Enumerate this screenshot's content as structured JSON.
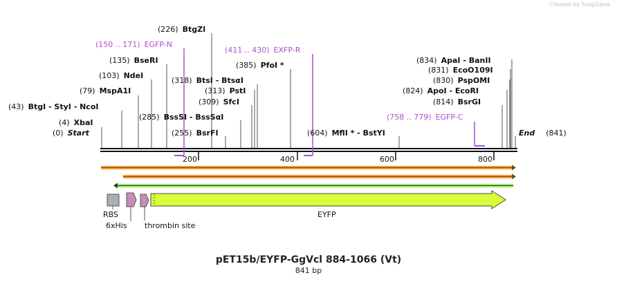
{
  "watermark": "Created by SnapGene",
  "title": "pET15b/EYFP-GgVcl 884-1066 (Vt)",
  "subtitle": "841 bp",
  "sequence_length": 841,
  "ticks": [
    200,
    400,
    600,
    800
  ],
  "colors": {
    "primer": "#a84fd2",
    "backbone": "#111111",
    "orf_fill": "#ff9a2e",
    "orf_line": "#6b4a1a",
    "rev_orf": "#9ee86a",
    "eyfp": "#d7ff3a",
    "rbs": "#a9aeb7",
    "his_tag": "#c98cb5"
  },
  "sites": [
    {
      "pos": "(0)",
      "name": "Start",
      "style": "italic"
    },
    {
      "pos": "(4)",
      "name": "XbaI"
    },
    {
      "pos": "(43)",
      "name": "BtgI  -  StyI  -  NcoI"
    },
    {
      "pos": "(79)",
      "name": "MspA1I"
    },
    {
      "pos": "(103)",
      "name": "NdeI"
    },
    {
      "pos": "(135)",
      "name": "BseRI"
    },
    {
      "pos": "(226)",
      "name": "BtgZI"
    },
    {
      "pos": "(255)",
      "name": "BsrFI"
    },
    {
      "pos": "(285)",
      "name": "BssSI  -  BssSαI"
    },
    {
      "pos": "(309)",
      "name": "SfcI"
    },
    {
      "pos": "(313)",
      "name": "PstI"
    },
    {
      "pos": "(318)",
      "name": "BtsI  -  BtsαI"
    },
    {
      "pos": "(385)",
      "name": "PfoI *"
    },
    {
      "pos": "(604)",
      "name": "MflI *  -  BstYI"
    },
    {
      "pos": "(814)",
      "name": "BsrGI"
    },
    {
      "pos": "(824)",
      "name": "ApoI  -  EcoRI"
    },
    {
      "pos": "(830)",
      "name": "PspOMI"
    },
    {
      "pos": "(831)",
      "name": "EcoO109I"
    },
    {
      "pos": "(834)",
      "name": "ApaI  -  BanII"
    },
    {
      "pos": "(841)",
      "name": "End",
      "style": "italic"
    }
  ],
  "primers": [
    {
      "range": "(150 .. 171)",
      "name": "EGFP-N",
      "start": 150,
      "end": 171
    },
    {
      "range": "(411 .. 430)",
      "name": "EXFP-R",
      "start": 411,
      "end": 430
    },
    {
      "range": "(758 .. 779)",
      "name": "EGFP-C",
      "start": 758,
      "end": 779
    }
  ],
  "features": {
    "rbs": "RBS",
    "his": "6xHis",
    "thrombin": "thrombin site",
    "eyfp": "EYFP"
  }
}
